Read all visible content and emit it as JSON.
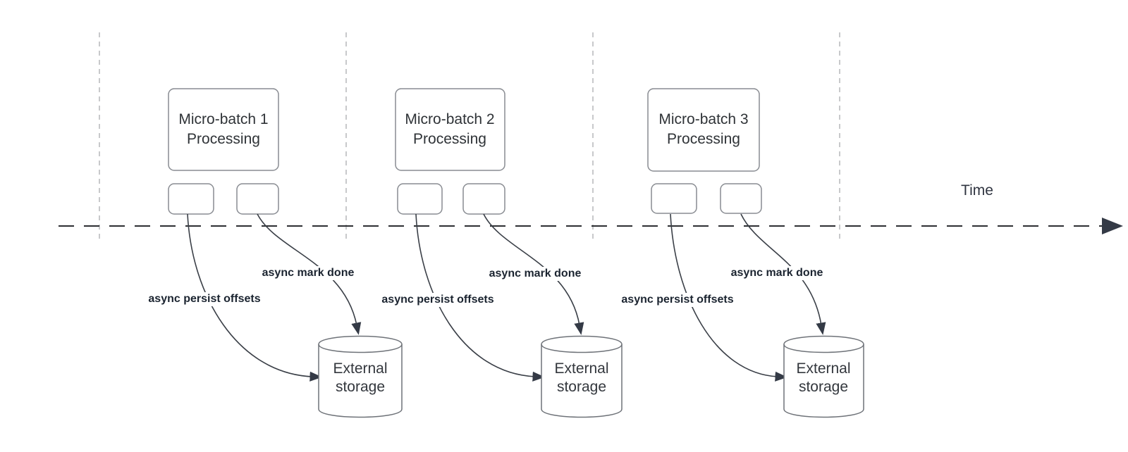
{
  "diagram": {
    "time_label": "Time",
    "batches": [
      {
        "title_line1": "Micro-batch 1",
        "title_line2": "Processing",
        "persist_label": "async persist offsets",
        "done_label": "async mark done",
        "storage_line1": "External",
        "storage_line2": "storage"
      },
      {
        "title_line1": "Micro-batch 2",
        "title_line2": "Processing",
        "persist_label": "async persist offsets",
        "done_label": "async mark done",
        "storage_line1": "External",
        "storage_line2": "storage"
      },
      {
        "title_line1": "Micro-batch 3",
        "title_line2": "Processing",
        "persist_label": "async persist offsets",
        "done_label": "async mark done",
        "storage_line1": "External",
        "storage_line2": "storage"
      }
    ],
    "colors": {
      "box_border": "#898c92",
      "cylinder_border": "#6e7278",
      "guide_line": "#b5b7ba",
      "timeline": "#2d2f33",
      "arrow_stroke": "#3a3f47",
      "arrowhead_fill": "#343a46",
      "node_text": "#2f3337",
      "edge_label_text": "#1b2430"
    }
  }
}
